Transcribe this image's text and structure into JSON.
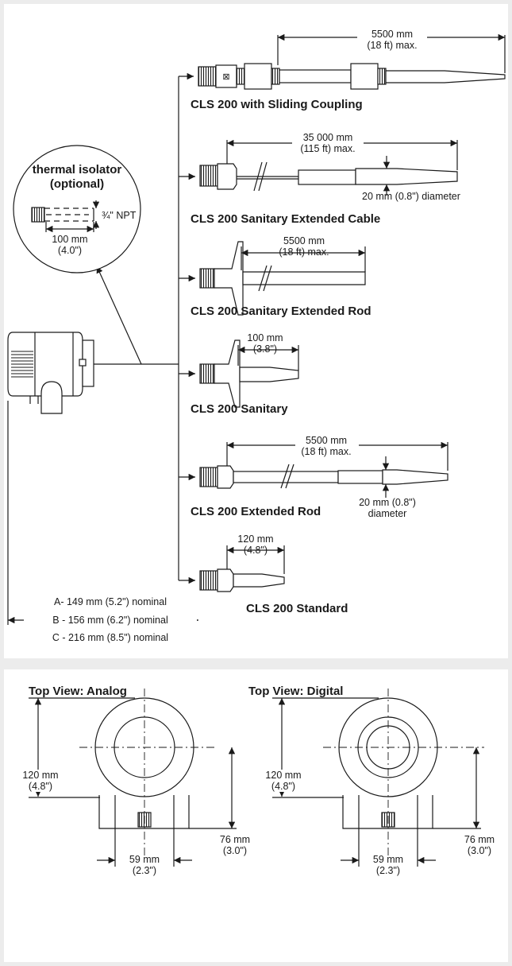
{
  "colors": {
    "background": "#ececec",
    "panel": "#ffffff",
    "line": "#1a1a1a",
    "device_body": "#ffffff"
  },
  "thermal_isolator": {
    "title": "thermal isolator",
    "subtitle": "(optional)",
    "npt_label": "¾\" NPT",
    "length_line1": "100 mm",
    "length_line2": "(4.0\")"
  },
  "variants": [
    {
      "title": "CLS 200 with Sliding Coupling",
      "dim_line1": "5500 mm",
      "dim_line2": "(18 ft) max.",
      "note": ""
    },
    {
      "title": "CLS 200 Sanitary Extended Cable",
      "dim_line1": "35 000 mm",
      "dim_line2": "(115 ft) max.",
      "note": "20 mm (0.8\") diameter"
    },
    {
      "title": "CLS 200 Sanitary Extended Rod",
      "dim_line1": "5500 mm",
      "dim_line2": "(18 ft) max.",
      "note": ""
    },
    {
      "title": "CLS 200 Sanitary",
      "dim_line1": "100 mm",
      "dim_line2": "(3.8\")",
      "note": ""
    },
    {
      "title": "CLS 200 Extended Rod",
      "dim_line1": "5500 mm",
      "dim_line2": "(18 ft) max.",
      "note_line1": "20 mm (0.8\")",
      "note_line2": "diameter"
    },
    {
      "title": "CLS 200 Standard",
      "dim_line1": "120 mm",
      "dim_line2": "(4.8\")",
      "note": ""
    }
  ],
  "housing_dimensions": [
    "A- 149 mm (5.2\") nominal",
    "B - 156 mm (6.2\") nominal",
    "C - 216 mm (8.5\") nominal"
  ],
  "top_views": [
    {
      "title": "Top View: Analog",
      "height_line1": "120 mm",
      "height_line2": "(4.8\")",
      "depth_line1": "76 mm",
      "depth_line2": "(3.0\")",
      "width_line1": "59 mm",
      "width_line2": "(2.3\")"
    },
    {
      "title": "Top View: Digital",
      "height_line1": "120 mm",
      "height_line2": "(4.8\")",
      "depth_line1": "76 mm",
      "depth_line2": "(3.0\")",
      "width_line1": "59 mm",
      "width_line2": "(2.3\")"
    }
  ]
}
